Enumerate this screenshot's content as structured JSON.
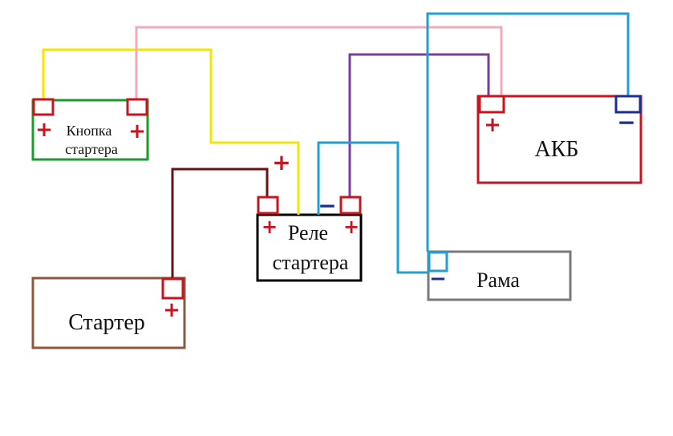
{
  "components": {
    "button": {
      "line1": "Кнопка",
      "line2": "стартера",
      "box_color": "#1e9a2e"
    },
    "relay": {
      "line1": "Реле",
      "line2": "стартера",
      "box_color": "#000000"
    },
    "battery": {
      "label": "АКБ",
      "box_color": "#c8141e"
    },
    "starter": {
      "label": "Стартер",
      "box_color": "#8b5a3c"
    },
    "frame": {
      "label": "Рама",
      "box_color": "#7a7a7a"
    }
  },
  "symbols": {
    "plus": "+",
    "minus": "−"
  },
  "colors": {
    "terminal_plus": "#c8141e",
    "terminal_minus": "#1c2f8f",
    "wire_yellow": "#f2e600",
    "wire_pink": "#f2a9b8",
    "wire_purple": "#7a3d9a",
    "wire_blue": "#1e9fd6",
    "wire_darkred": "#6b1014"
  }
}
